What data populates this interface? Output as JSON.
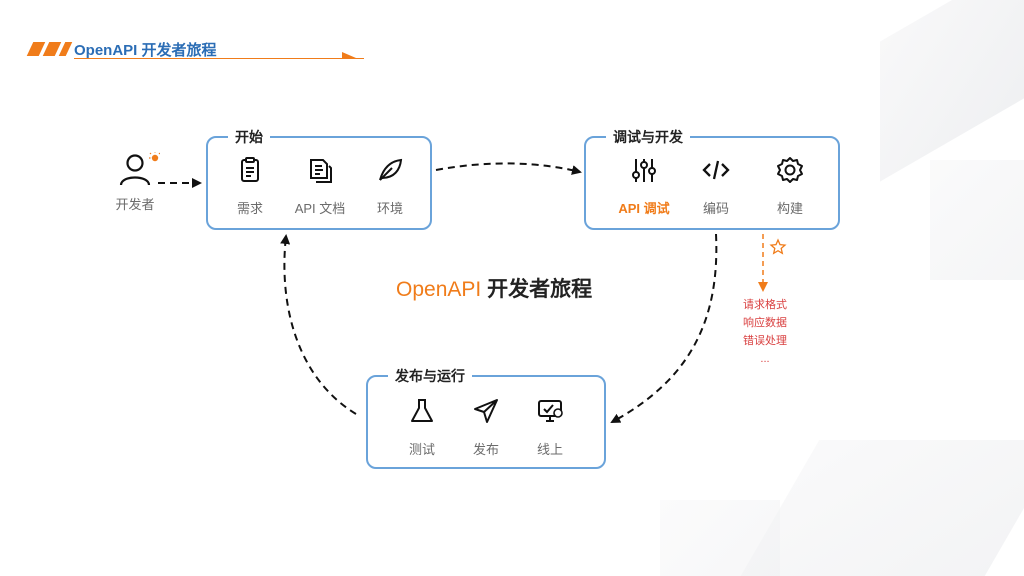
{
  "header": {
    "title": "OpenAPI 开发者旅程"
  },
  "developer": {
    "label": "开发者"
  },
  "center_title": {
    "part1": "OpenAPI",
    "part2": " 开发者旅程"
  },
  "boxes": {
    "start": {
      "title": "开始",
      "items": [
        {
          "label": "需求",
          "icon": "clipboard-icon"
        },
        {
          "label": "API 文档",
          "icon": "documents-icon"
        },
        {
          "label": "环境",
          "icon": "leaf-icon"
        }
      ]
    },
    "debug": {
      "title": "调试与开发",
      "items": [
        {
          "label": "API 调试",
          "icon": "sliders-icon",
          "active": true
        },
        {
          "label": "编码",
          "icon": "code-icon"
        },
        {
          "label": "构建",
          "icon": "gear-icon"
        }
      ]
    },
    "release": {
      "title": "发布与运行",
      "items": [
        {
          "label": "测试",
          "icon": "flask-icon"
        },
        {
          "label": "发布",
          "icon": "paper-plane-icon"
        },
        {
          "label": "线上",
          "icon": "monitor-icon"
        }
      ]
    }
  },
  "notes": [
    "请求格式",
    "响应数据",
    "错误处理",
    "..."
  ],
  "colors": {
    "accent": "#f07c1a",
    "box_border": "#6aa3da",
    "header_title": "#2b6db5",
    "note_text": "#d94040"
  }
}
